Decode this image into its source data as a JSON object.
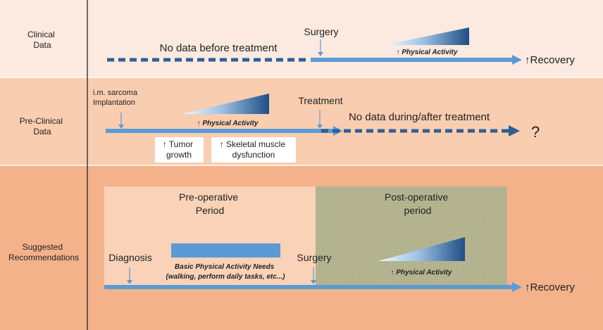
{
  "rows": {
    "clinical": {
      "label_line1": "Clinical",
      "label_line2": "Data"
    },
    "preclinical": {
      "label_line1": "Pre-Clinical",
      "label_line2": "Data"
    },
    "suggested": {
      "label_line1": "Suggested",
      "label_line2": "Recommendations"
    }
  },
  "clinical": {
    "no_data_text": "No data before treatment",
    "surgery_label": "Surgery",
    "activity_label": "↑ Physical Activity",
    "recovery_label": "↑Recovery"
  },
  "preclinical": {
    "implant_line1": "i.m. sarcoma",
    "implant_line2": "Implantation",
    "activity_label": "↑ Physical Activity",
    "treatment_label": "Treatment",
    "no_data_text": "No data during/after treatment",
    "question_mark": "?",
    "tumor_line1": "↑ Tumor",
    "tumor_line2": "growth",
    "muscle_line1": "↑ Skeletal muscle",
    "muscle_line2": "dysfunction"
  },
  "suggested": {
    "preop_line1": "Pre-operative",
    "preop_line2": "Period",
    "postop_line1": "Post-operative",
    "postop_line2": "period",
    "diagnosis_label": "Diagnosis",
    "basic_line1": "Basic Physical Activity Needs",
    "basic_line2": "(walking, perform daily tasks, etc...)",
    "surgery_label": "Surgery",
    "activity_label": "↑ Physical Activity",
    "recovery_label": "↑Recovery"
  },
  "colors": {
    "clinical_bg": "#fce9e0",
    "preclinical_bg": "#f9cdb0",
    "suggested_bg": "#f4b28a",
    "preop_box": "#fad2b8",
    "postop_box": "#b5b592",
    "arrow_blue": "#5b9bd5",
    "dark_blue": "#2e5f96"
  }
}
